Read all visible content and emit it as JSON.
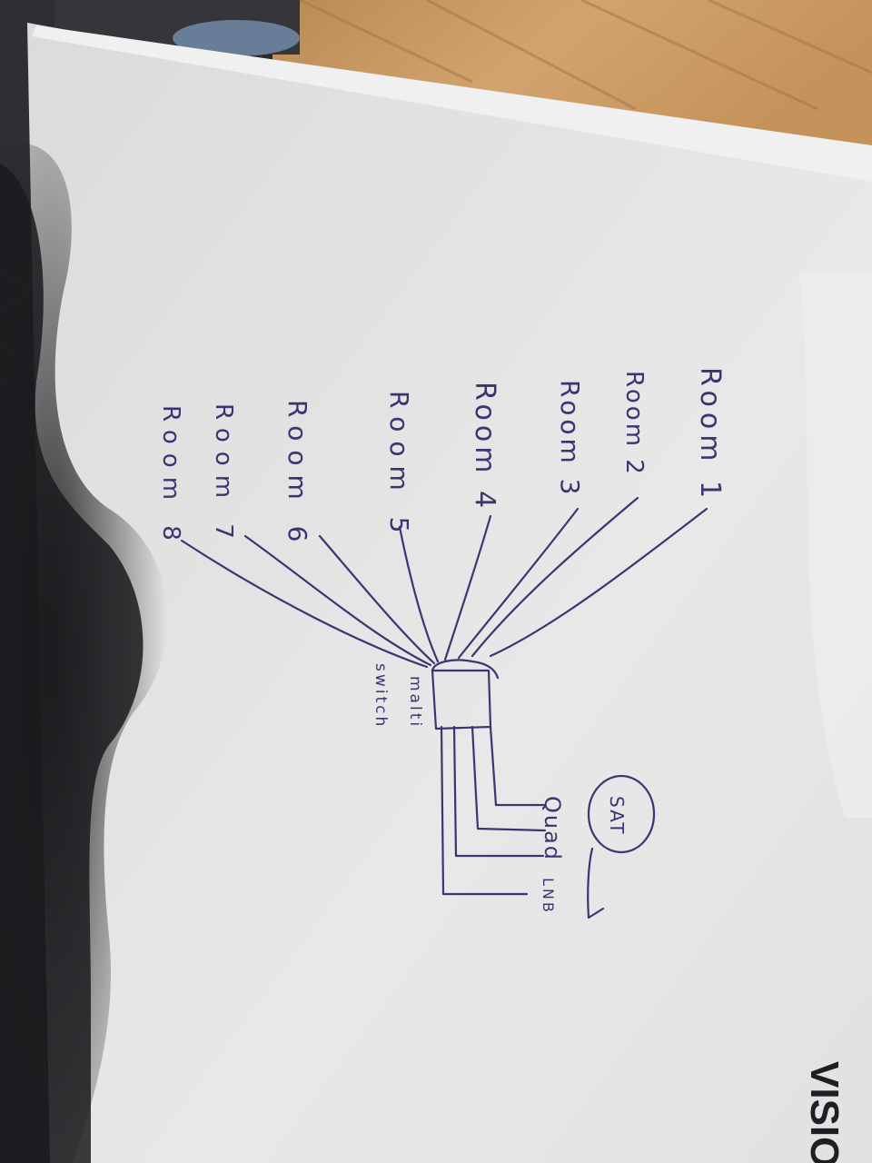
{
  "diagram": {
    "rooms": [
      {
        "label": "Room 1"
      },
      {
        "label": "Room 2"
      },
      {
        "label": "Room 3"
      },
      {
        "label": "Room 4"
      },
      {
        "label": "Room 5"
      },
      {
        "label": "Room 6"
      },
      {
        "label": "Room 7"
      },
      {
        "label": "Room 8"
      }
    ],
    "switch": {
      "label_line1": "malti",
      "label_line2": "switch"
    },
    "satellite": {
      "label": "SAT"
    },
    "lnb": {
      "label_line1": "Quad",
      "label_line2": "LNB"
    },
    "lnb_outputs": 4
  },
  "box": {
    "brand_text": "VISIO"
  },
  "colors": {
    "ink": "#3d3572",
    "paper": "#e7e6e6",
    "floor": "#c99a62",
    "shadow": "#1c1c1f"
  }
}
